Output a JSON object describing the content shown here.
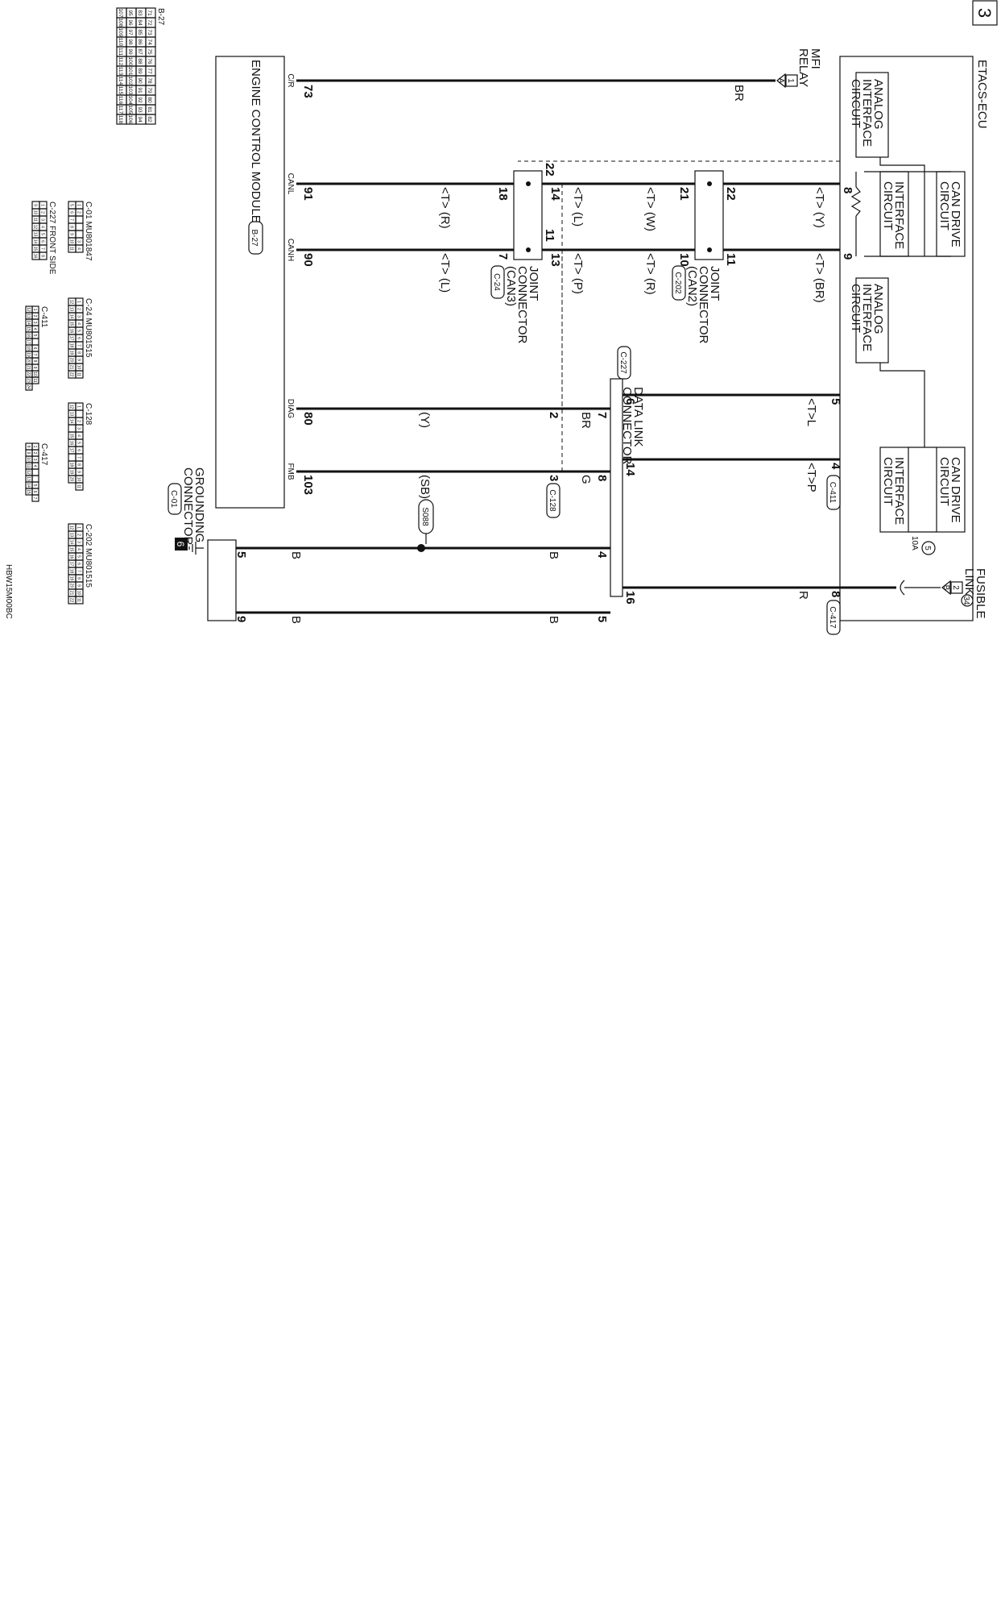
{
  "page": {
    "number": "3",
    "code": "HBW15M00BC",
    "ground_point": "6"
  },
  "etacs": {
    "title": "ETACS-ECU",
    "analog_circuit_1": [
      "ANALOG",
      "INTERFACE",
      "CIRCUIT"
    ],
    "analog_circuit_2": [
      "ANALOG",
      "INTERFACE",
      "CIRCUIT"
    ],
    "interface_circuit_1": [
      "INTERFACE",
      "CIRCUIT"
    ],
    "interface_circuit_2": [
      "INTERFACE",
      "CIRCUIT"
    ],
    "can_drive_1": [
      "CAN DRIVE",
      "CIRCUIT"
    ],
    "can_drive_2": [
      "CAN DRIVE",
      "CIRCUIT"
    ]
  },
  "ecm": {
    "title": "ENGINE CONTROL MODULE",
    "connector": "B-27",
    "terminals": [
      "C/R",
      "CANL",
      "CANH",
      "DIAG",
      "FMB"
    ]
  },
  "mfi_relay": {
    "label": [
      "MFI",
      "RELAY"
    ],
    "tag": "1",
    "sub": "A"
  },
  "fusible_link": {
    "label": [
      "FUSIBLE",
      "LINK"
    ],
    "number": "34",
    "tag": "2",
    "sub": "B",
    "fuse_number": "5",
    "rating": "10A"
  },
  "wires": {
    "br": "BR",
    "ty": "<T> (Y)",
    "tbr": "<T> (BR)",
    "tw": "<T> (W)",
    "tr": "<T> (R)",
    "tl": "<T> (L)",
    "tp": "<T> (P)",
    "tr2": "<T> (R)",
    "tl2": "<T> (L)",
    "tl_can": "<T>L",
    "tp_can": "<T>P",
    "r": "R",
    "y": "(Y)",
    "sb": "(SB)",
    "br2": "BR",
    "g": "G",
    "b1": "B",
    "b2": "B",
    "b3": "B",
    "b4": "B"
  },
  "pins": {
    "p8": "8",
    "p9": "9",
    "p22a": "22",
    "p11a": "11",
    "p21": "21",
    "p10": "10",
    "p14": "14",
    "p13": "13",
    "p22b": "22",
    "p11b": "11",
    "p18": "18",
    "p7": "7",
    "p91": "91",
    "p90": "90",
    "p73": "73",
    "p5": "5",
    "p4": "4",
    "p8b": "8",
    "dl6": "6",
    "dl14": "14",
    "dl16": "16",
    "dl7": "7",
    "dl8": "8",
    "dl4": "4",
    "dl5": "5",
    "c128_2": "2",
    "c128_3": "3",
    "p80": "80",
    "p103": "103",
    "g5": "5",
    "g9": "9"
  },
  "connectors": {
    "joint_can2": [
      "JOINT",
      "CONNECTOR",
      "(CAN2)"
    ],
    "joint_can2_id": "C-202",
    "joint_can3": [
      "JOINT",
      "CONNECTOR",
      "(CAN3)"
    ],
    "joint_can3_id": "C-24",
    "data_link": [
      "DATA LINK",
      "CONNECTOR"
    ],
    "data_link_id": "C-227",
    "c411": "C-411",
    "c417": "C-417",
    "c128": "C-128",
    "grounding": [
      "GROUNDING",
      "CONNECTOR"
    ],
    "grounding_id": "C-01",
    "splice": "S088"
  },
  "connector_faces": {
    "b27": {
      "id": "B-27",
      "rows": [
        [
          "71",
          "72",
          "73",
          "74",
          "75",
          "76",
          "77",
          "78",
          "79",
          "80",
          "81",
          "82"
        ],
        [
          "83",
          "84",
          "85",
          "86",
          "87",
          "88",
          "89",
          "90",
          "91",
          "92",
          "93",
          "94"
        ],
        [
          "95",
          "96",
          "97",
          "98",
          "99",
          "100",
          "101",
          "102",
          "103",
          "104",
          "105",
          "106"
        ],
        [
          "107",
          "108",
          "109",
          "110",
          "111",
          "112",
          "113",
          "114",
          "115",
          "116",
          "117",
          "118"
        ]
      ]
    },
    "c01": {
      "id": "C-01",
      "part": "MU801847",
      "rows": [
        [
          "1",
          "2",
          "",
          "",
          "",
          "3",
          "4"
        ],
        [
          "5",
          "6",
          "7",
          "8",
          "9",
          "10",
          "11"
        ]
      ]
    },
    "c227": {
      "id": "C-227",
      "note": "FRONT SIDE",
      "rows": [
        [
          "1",
          "2",
          "3",
          "4",
          "5",
          "6",
          "7",
          "8"
        ],
        [
          "9",
          "10",
          "11",
          "12",
          "13",
          "14",
          "15",
          "16"
        ]
      ]
    },
    "c24": {
      "id": "C-24",
      "part": "MU801515",
      "rows": [
        [
          "1",
          "2",
          "3",
          "4",
          "5",
          "6",
          "7",
          "8",
          "9",
          "10",
          "11"
        ],
        [
          "12",
          "13",
          "14",
          "15",
          "16",
          "17",
          "18",
          "19",
          "20",
          "21",
          "22"
        ]
      ]
    },
    "c411": {
      "id": "C-411",
      "rows": [
        [
          "1",
          "2",
          "3",
          "4",
          "5",
          "",
          "6",
          "7",
          "8",
          "9",
          "10",
          "11"
        ],
        [
          "12",
          "13",
          "14",
          "15",
          "16",
          "17",
          "18",
          "19",
          "20",
          "21",
          "22",
          "23",
          "24"
        ]
      ]
    },
    "c128": {
      "id": "C-128",
      "rows": [
        [
          "1",
          "",
          "2",
          "3",
          "4",
          "5",
          "6",
          "7",
          "8",
          "9",
          "10",
          "11"
        ],
        [
          "12",
          "13",
          "14",
          "",
          "15",
          "16",
          "17",
          "",
          "18",
          "19",
          "20"
        ]
      ]
    },
    "c417": {
      "id": "C-417",
      "rows": [
        [
          "1",
          "2",
          "3",
          "4",
          "",
          "",
          "5",
          "6",
          "7"
        ],
        [
          "8",
          "9",
          "10",
          "11",
          "12",
          "13",
          "14",
          "15"
        ]
      ]
    },
    "c202": {
      "id": "C-202",
      "part": "MU801515",
      "rows": [
        [
          "1",
          "2",
          "3",
          "4",
          "5",
          "6",
          "7",
          "8",
          "9",
          "10",
          "11"
        ],
        [
          "12",
          "13",
          "14",
          "15",
          "16",
          "17",
          "18",
          "19",
          "20",
          "21",
          "22"
        ]
      ]
    }
  }
}
